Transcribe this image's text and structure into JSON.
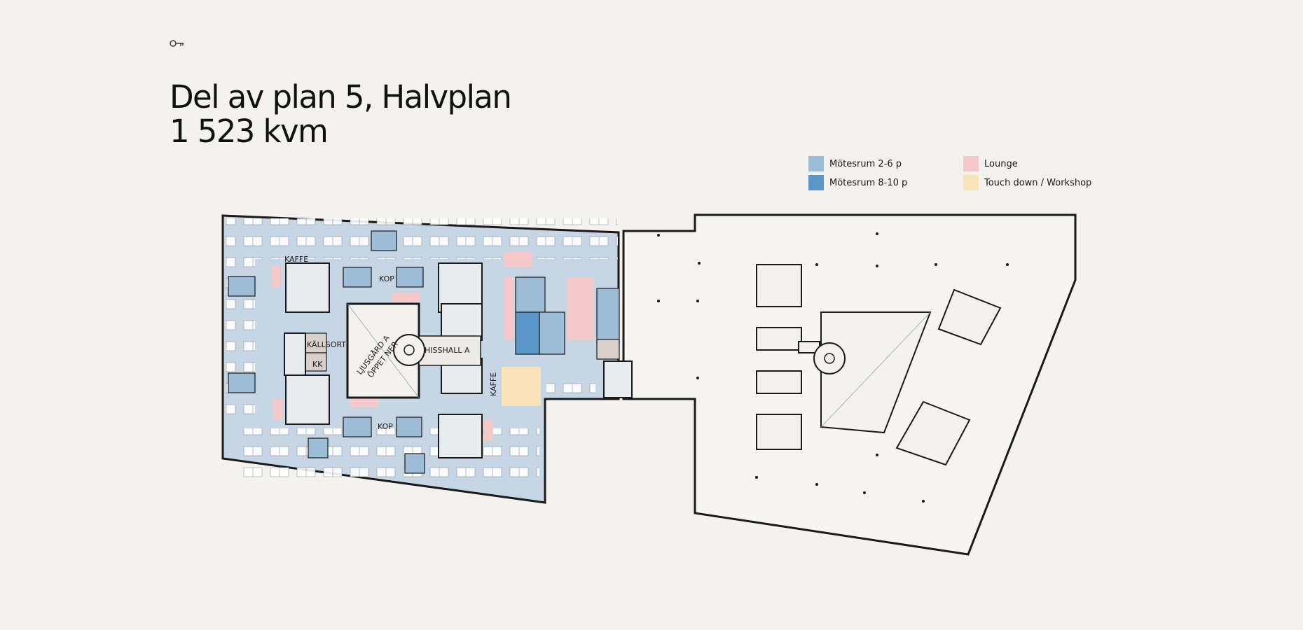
{
  "header": {
    "key_icon": "key-icon",
    "title_line1": "Del av plan 5, Halvplan",
    "title_line2": "1 523 kvm"
  },
  "legend": {
    "col1": [
      {
        "label": "Mötesrum 2-6 p",
        "color": "#9dbcd6"
      },
      {
        "label": "Mötesrum 8-10 p",
        "color": "#5a96c8"
      }
    ],
    "col2": [
      {
        "label": "Lounge",
        "color": "#f3c9c9"
      },
      {
        "label": "Touch down / Workshop",
        "color": "#f8e4b8"
      }
    ]
  },
  "plan": {
    "colors": {
      "office_floor": "#c6d6e4",
      "meeting_small": "#9dbcd6",
      "meeting_large": "#5a96c8",
      "lounge": "#f3c9c9",
      "touchdown": "#f8e4b8",
      "wall": "#1a1a1a",
      "service": "#d9d0cc"
    },
    "labels": {
      "kaffe_top": "KAFFE",
      "kop_top": "KOP",
      "kallsort": "KÄLLSORT",
      "kk": "KK",
      "ljusgard_1": "LJUSGÅRD A",
      "ljusgard_2": "ÖPPET NER",
      "hisshall": "HISSHALL A",
      "kaffe_right": "KAFFE",
      "kop_bottom": "KOP"
    }
  }
}
